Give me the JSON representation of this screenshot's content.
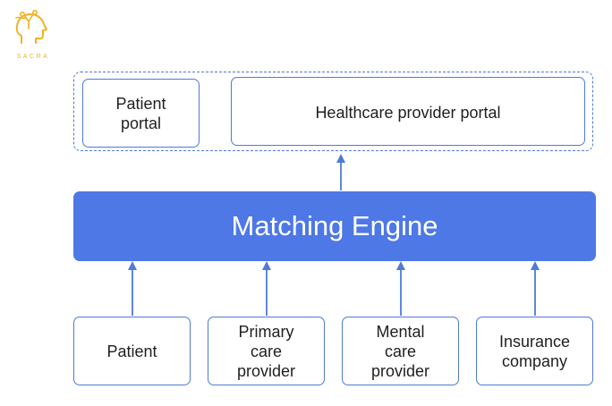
{
  "logo": {
    "text": "SACRA",
    "icon": "sacra-head-logo-icon"
  },
  "portals": {
    "patient_portal": "Patient portal",
    "provider_portal": "Healthcare provider portal"
  },
  "engine": {
    "label": "Matching Engine"
  },
  "inputs": [
    {
      "label": "Patient"
    },
    {
      "label": "Primary care provider"
    },
    {
      "label": "Mental care provider"
    },
    {
      "label": "Insurance company"
    }
  ],
  "colors": {
    "accent": "#4e78e6",
    "border": "#4f7ad6",
    "logo": "#f0b323"
  }
}
